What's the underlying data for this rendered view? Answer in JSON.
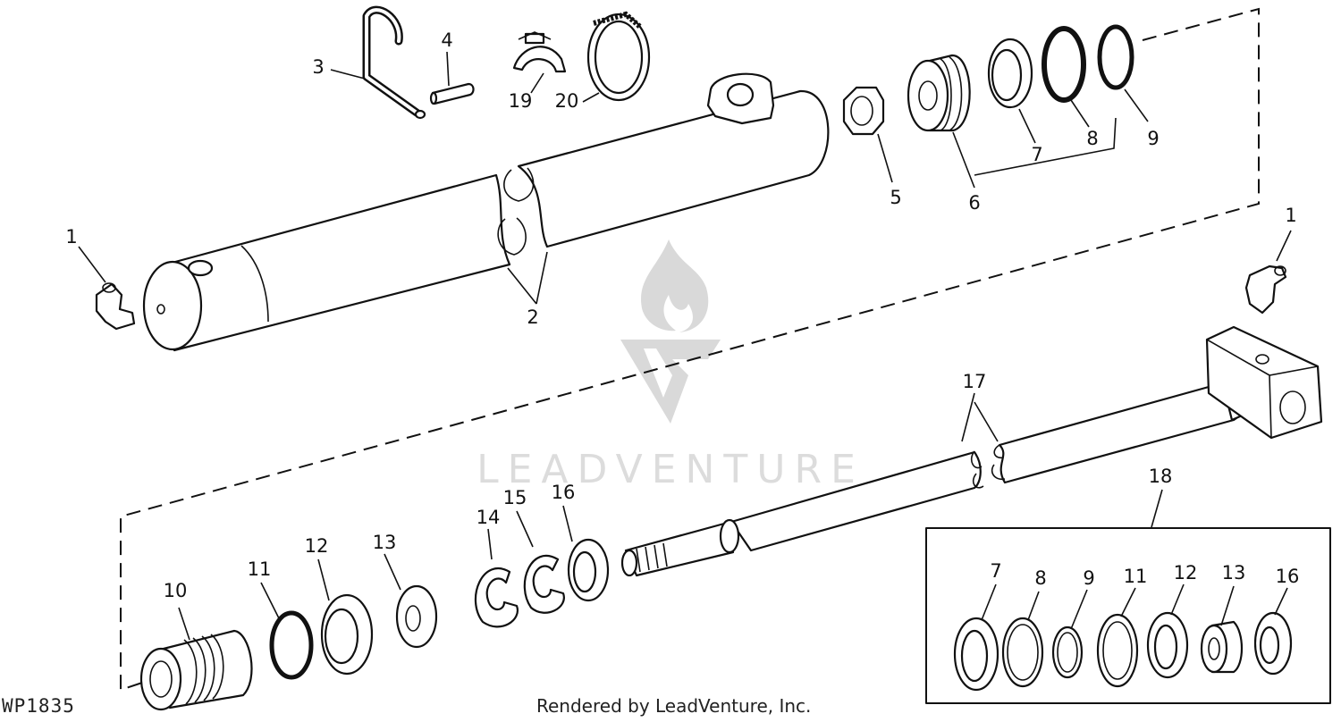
{
  "diagram": {
    "figure_code": "WP1835",
    "credit": "Rendered by LeadVenture, Inc.",
    "watermark": "LEADVENTURE",
    "callouts": {
      "c1a": "1",
      "c1b": "1",
      "c2": "2",
      "c3": "3",
      "c4": "4",
      "c5": "5",
      "c6": "6",
      "c7": "7",
      "c8": "8",
      "c9": "9",
      "c19": "19",
      "c20": "20",
      "c10": "10",
      "c11": "11",
      "c12": "12",
      "c13": "13",
      "c14": "14",
      "c15": "15",
      "c16": "16",
      "c17": "17",
      "c18": "18",
      "k7": "7",
      "k8": "8",
      "k9": "9",
      "k11": "11",
      "k12": "12",
      "k13": "13",
      "k16": "16"
    }
  }
}
